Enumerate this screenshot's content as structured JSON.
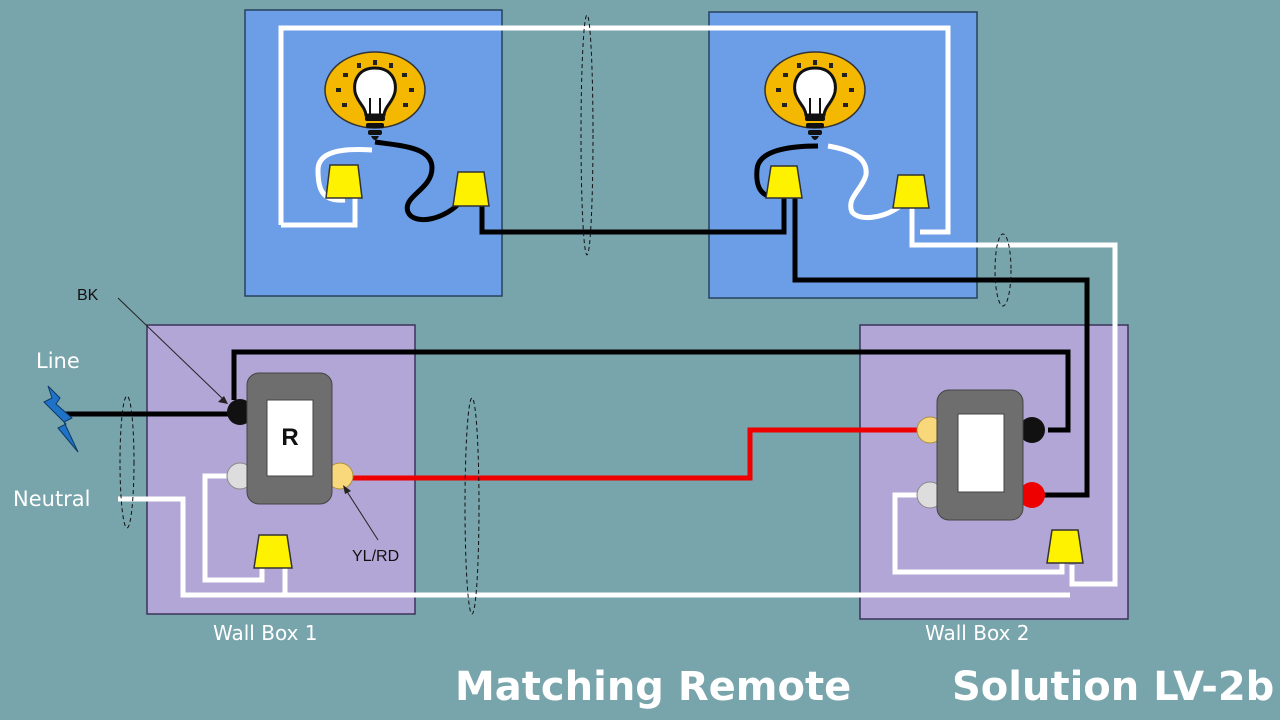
{
  "labels": {
    "bk": "BK",
    "line": "Line",
    "neutral": "Neutral",
    "ylrd": "YL/RD",
    "remote_switch": "R"
  },
  "wall_boxes": {
    "box1": "Wall Box 1",
    "box2": "Wall Box 2"
  },
  "titles": {
    "left": "Matching Remote",
    "right": "Solution LV-2b"
  },
  "colors": {
    "background": "#78a4ac",
    "fixture_box": "#6c9ee8",
    "wall_box": "#b2a6d6",
    "hot_wire": "#000000",
    "neutral_wire": "#ffffff",
    "traveler_wire": "#ee0000",
    "wire_nut": "#fff200",
    "bulb_halo": "#f5b800",
    "line_bolt": "#1e73c8"
  },
  "icons": [
    "light-bulb-icon",
    "lightning-bolt-icon",
    "wire-nut-icon"
  ]
}
